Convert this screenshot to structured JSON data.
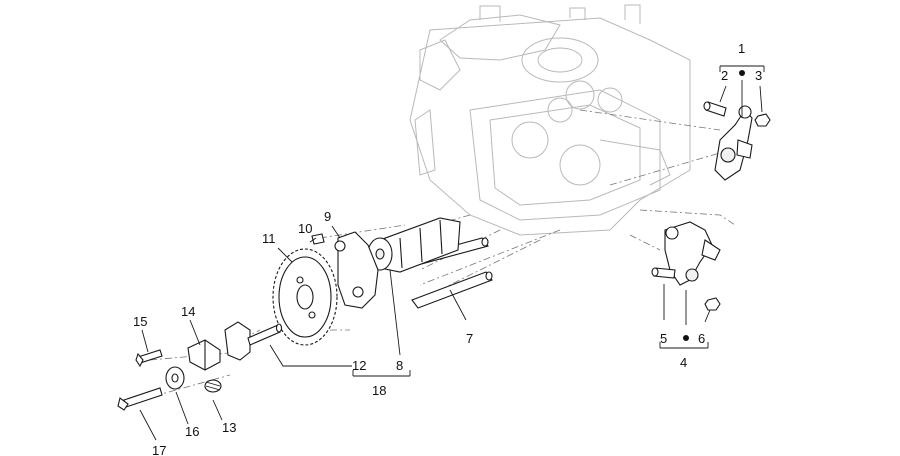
{
  "labels": {
    "n1": "1",
    "n2": "2",
    "n3": "3",
    "n4": "4",
    "n5": "5",
    "n6": "6",
    "n7": "7",
    "n8": "8",
    "n9": "9",
    "n10": "10",
    "n11": "11",
    "n12": "12",
    "n13": "13",
    "n14": "14",
    "n15": "15",
    "n16": "16",
    "n17": "17",
    "n18": "18"
  },
  "colors": {
    "line": "#1a1a1a",
    "ghost": "#b9b9b9",
    "background": "#ffffff"
  }
}
